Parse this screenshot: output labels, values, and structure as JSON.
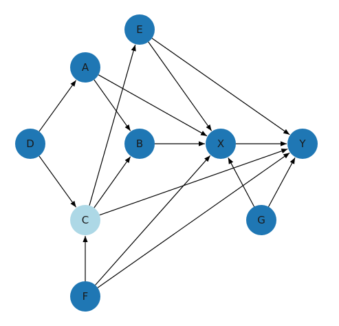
{
  "diagram": {
    "type": "directed-graph",
    "colors": {
      "node_default": "#1f77b4",
      "node_highlight": "#add8e6",
      "edge": "#000000"
    },
    "nodes": [
      {
        "id": "A",
        "label": "A",
        "highlight": false
      },
      {
        "id": "B",
        "label": "B",
        "highlight": false
      },
      {
        "id": "C",
        "label": "C",
        "highlight": true
      },
      {
        "id": "D",
        "label": "D",
        "highlight": false
      },
      {
        "id": "E",
        "label": "E",
        "highlight": false
      },
      {
        "id": "F",
        "label": "F",
        "highlight": false
      },
      {
        "id": "G",
        "label": "G",
        "highlight": false
      },
      {
        "id": "X",
        "label": "X",
        "highlight": false
      },
      {
        "id": "Y",
        "label": "Y",
        "highlight": false
      }
    ],
    "edges": [
      {
        "from": "D",
        "to": "A"
      },
      {
        "from": "D",
        "to": "C"
      },
      {
        "from": "A",
        "to": "B"
      },
      {
        "from": "A",
        "to": "X"
      },
      {
        "from": "C",
        "to": "B"
      },
      {
        "from": "C",
        "to": "E"
      },
      {
        "from": "C",
        "to": "Y"
      },
      {
        "from": "B",
        "to": "X"
      },
      {
        "from": "E",
        "to": "X"
      },
      {
        "from": "E",
        "to": "Y"
      },
      {
        "from": "F",
        "to": "C"
      },
      {
        "from": "F",
        "to": "X"
      },
      {
        "from": "F",
        "to": "Y"
      },
      {
        "from": "G",
        "to": "X"
      },
      {
        "from": "G",
        "to": "Y"
      },
      {
        "from": "X",
        "to": "Y"
      }
    ]
  }
}
